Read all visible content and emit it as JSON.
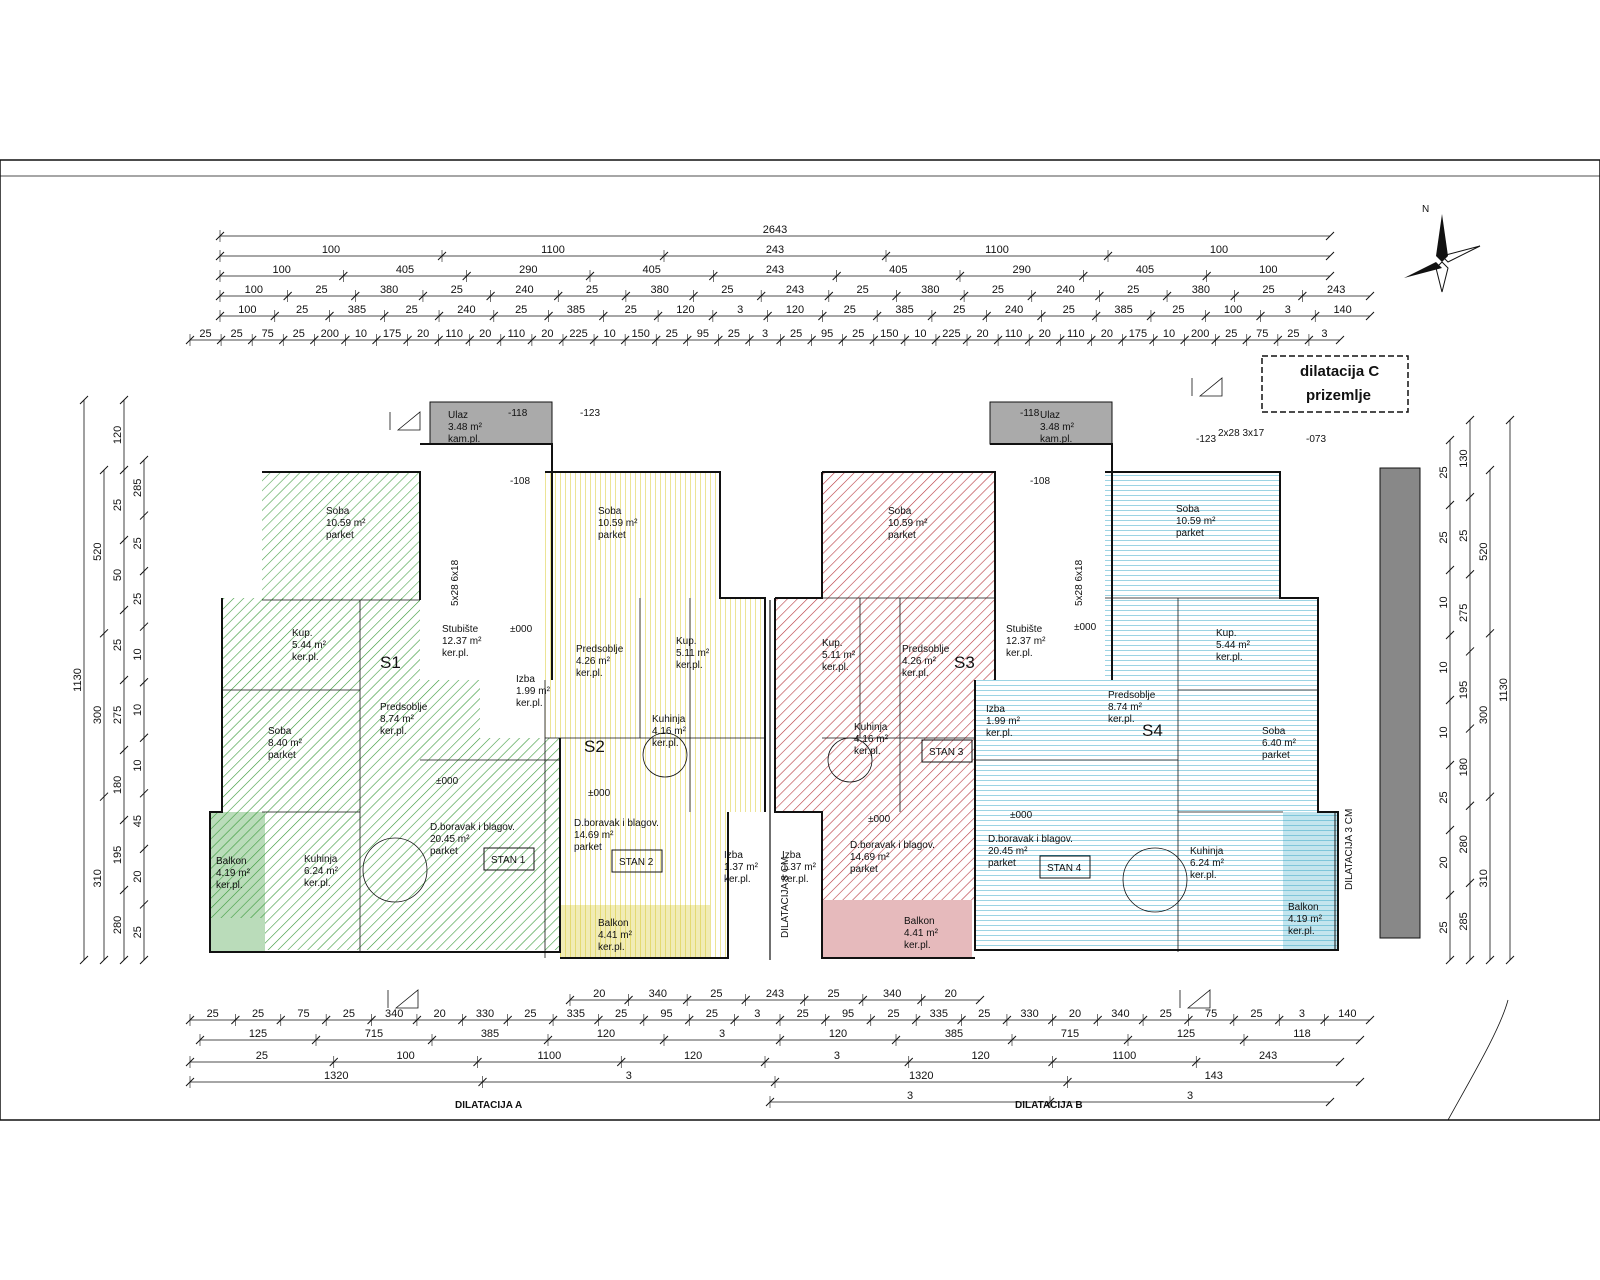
{
  "title_block": {
    "line1": "dilatacija C",
    "line2": "prizemlje"
  },
  "colors": {
    "stan1": "#3a9a3a",
    "stan2": "#d8c92e",
    "stan3": "#b8383f",
    "stan4": "#38a8c8"
  },
  "markers": {
    "s1": "S1",
    "s2": "S2",
    "s3": "S3",
    "s4": "S4"
  },
  "apartments": {
    "stan1": "STAN 1",
    "stan2": "STAN 2",
    "stan3": "STAN 3",
    "stan4": "STAN 4"
  },
  "rooms": {
    "ulaz_l": {
      "name": "Ulaz",
      "area": "3.48 m²",
      "floor": "kam.pl."
    },
    "ulaz_r": {
      "name": "Ulaz",
      "area": "3.48 m²",
      "floor": "kam.pl."
    },
    "stub_l": {
      "name": "Stubište",
      "area": "12.37 m²",
      "floor": "ker.pl."
    },
    "stub_r": {
      "name": "Stubište",
      "area": "12.37 m²",
      "floor": "ker.pl."
    },
    "s1_soba1": {
      "name": "Soba",
      "area": "10.59 m²",
      "floor": "parket"
    },
    "s1_kup": {
      "name": "Kup.",
      "area": "5.44 m²",
      "floor": "ker.pl."
    },
    "s1_pred": {
      "name": "Predsoblje",
      "area": "8.74 m²",
      "floor": "ker.pl."
    },
    "s1_izba": {
      "name": "Izba",
      "area": "1.99 m²",
      "floor": "ker.pl."
    },
    "s1_soba2": {
      "name": "Soba",
      "area": "8.40 m²",
      "floor": "parket"
    },
    "s1_bor": {
      "name": "D.boravak i blagov.",
      "area": "20.45 m²",
      "floor": "parket"
    },
    "s1_kuh": {
      "name": "Kuhinja",
      "area": "6.24 m²",
      "floor": "ker.pl."
    },
    "s1_balk": {
      "name": "Balkon",
      "area": "4.19 m²",
      "floor": "ker.pl."
    },
    "s2_soba": {
      "name": "Soba",
      "area": "10.59 m²",
      "floor": "parket"
    },
    "s2_pred": {
      "name": "Predsoblje",
      "area": "4.26 m²",
      "floor": "ker.pl."
    },
    "s2_kup": {
      "name": "Kup.",
      "area": "5.11 m²",
      "floor": "ker.pl."
    },
    "s2_kuh": {
      "name": "Kuhinja",
      "area": "4.16 m²",
      "floor": "ker.pl."
    },
    "s2_bor": {
      "name": "D.boravak i blagov.",
      "area": "14.69 m²",
      "floor": "parket"
    },
    "s2_izba": {
      "name": "Izba",
      "area": "1.37 m²",
      "floor": "ker.pl."
    },
    "s2_balk": {
      "name": "Balkon",
      "area": "4.41 m²",
      "floor": "ker.pl."
    },
    "s3_soba": {
      "name": "Soba",
      "area": "10.59 m²",
      "floor": "parket"
    },
    "s3_kup": {
      "name": "Kup.",
      "area": "5.11 m²",
      "floor": "ker.pl."
    },
    "s3_pred": {
      "name": "Predsoblje",
      "area": "4.26 m²",
      "floor": "ker.pl."
    },
    "s3_kuh": {
      "name": "Kuhinja",
      "area": "4.16 m²",
      "floor": "ker.pl."
    },
    "s3_bor": {
      "name": "D.boravak i blagov.",
      "area": "14.69 m²",
      "floor": "parket"
    },
    "s3_izba": {
      "name": "Izba",
      "area": "1.37 m²",
      "floor": "ker.pl."
    },
    "s3_balk": {
      "name": "Balkon",
      "area": "4.41 m²",
      "floor": "ker.pl."
    },
    "s4_soba1": {
      "name": "Soba",
      "area": "10.59 m²",
      "floor": "parket"
    },
    "s4_kup": {
      "name": "Kup.",
      "area": "5.44 m²",
      "floor": "ker.pl."
    },
    "s4_pred": {
      "name": "Predsoblje",
      "area": "8.74 m²",
      "floor": "ker.pl."
    },
    "s4_izba": {
      "name": "Izba",
      "area": "1.99 m²",
      "floor": "ker.pl."
    },
    "s4_soba2": {
      "name": "Soba",
      "area": "6.40 m²",
      "floor": "parket"
    },
    "s4_bor": {
      "name": "D.boravak i blagov.",
      "area": "20.45 m²",
      "floor": "parket"
    },
    "s4_kuh": {
      "name": "Kuhinja",
      "area": "6.24 m²",
      "floor": "ker.pl."
    },
    "s4_balk": {
      "name": "Balkon",
      "area": "4.19 m²",
      "floor": "ker.pl."
    }
  },
  "levels": {
    "l1": "-118",
    "l2": "-123",
    "l3": "-108",
    "l4": "±000",
    "l5": "±000",
    "l6": "±000",
    "l7": "-118",
    "l8": "-123",
    "l9": "-073",
    "l10": "-108",
    "l11": "±000",
    "l12": "±000",
    "l13": "±000"
  },
  "dilatations": {
    "a": "DILATACIJA A",
    "b": "DILATACIJA B",
    "v1": "DILATACIJA 3 CM",
    "v2": "DILATACIJA 3 CM"
  },
  "stairs": {
    "l": "5x28 6x18",
    "r": "5x28 6x18",
    "r2": "2x28 3x17"
  },
  "dims_top": {
    "overall": "2643",
    "row1": [
      "100",
      "1100",
      "243",
      "1100",
      "100"
    ],
    "row2": [
      "100",
      "405",
      "290",
      "405",
      "243",
      "405",
      "290",
      "405",
      "100"
    ],
    "row3": [
      "100",
      "25",
      "380",
      "25",
      "240",
      "25",
      "380",
      "25",
      "243",
      "25",
      "380",
      "25",
      "240",
      "25",
      "380",
      "25",
      "243"
    ],
    "row4": [
      "100",
      "25",
      "385",
      "25",
      "240",
      "25",
      "385",
      "25",
      "120",
      "3",
      "120",
      "25",
      "385",
      "25",
      "240",
      "25",
      "385",
      "25",
      "100",
      "3",
      "140"
    ],
    "row5": [
      "25",
      "25",
      "75",
      "25",
      "200",
      "10",
      "175",
      "20",
      "110",
      "20",
      "110",
      "20",
      "225",
      "10",
      "150",
      "25",
      "95",
      "25",
      "3",
      "25",
      "95",
      "25",
      "150",
      "10",
      "225",
      "20",
      "110",
      "20",
      "110",
      "20",
      "175",
      "10",
      "200",
      "25",
      "75",
      "25",
      "3"
    ]
  },
  "dims_bottom": {
    "row1": [
      "20",
      "340",
      "25",
      "243",
      "25",
      "340",
      "20"
    ],
    "row2": [
      "25",
      "25",
      "75",
      "25",
      "340",
      "20",
      "330",
      "25",
      "335",
      "25",
      "95",
      "25",
      "3",
      "25",
      "95",
      "25",
      "335",
      "25",
      "330",
      "20",
      "340",
      "25",
      "75",
      "25",
      "3",
      "140"
    ],
    "row3": [
      "125",
      "715",
      "385",
      "120",
      "3",
      "120",
      "385",
      "715",
      "125",
      "118"
    ],
    "row4": [
      "25",
      "100",
      "1100",
      "120",
      "3",
      "120",
      "1100",
      "243"
    ],
    "row5": [
      "1320",
      "3",
      "1320",
      "143"
    ],
    "row6": [
      "3",
      "3"
    ]
  },
  "dims_left": [
    "1130",
    "520",
    "300",
    "310",
    "120",
    "25",
    "50",
    "25",
    "275",
    "180",
    "195",
    "280",
    "285",
    "25",
    "25",
    "10",
    "10",
    "10",
    "45",
    "20",
    "25"
  ],
  "dims_right": [
    "1130",
    "520",
    "300",
    "310",
    "130",
    "25",
    "275",
    "195",
    "180",
    "280",
    "285",
    "25",
    "25",
    "10",
    "10",
    "10",
    "25",
    "20",
    "25"
  ]
}
